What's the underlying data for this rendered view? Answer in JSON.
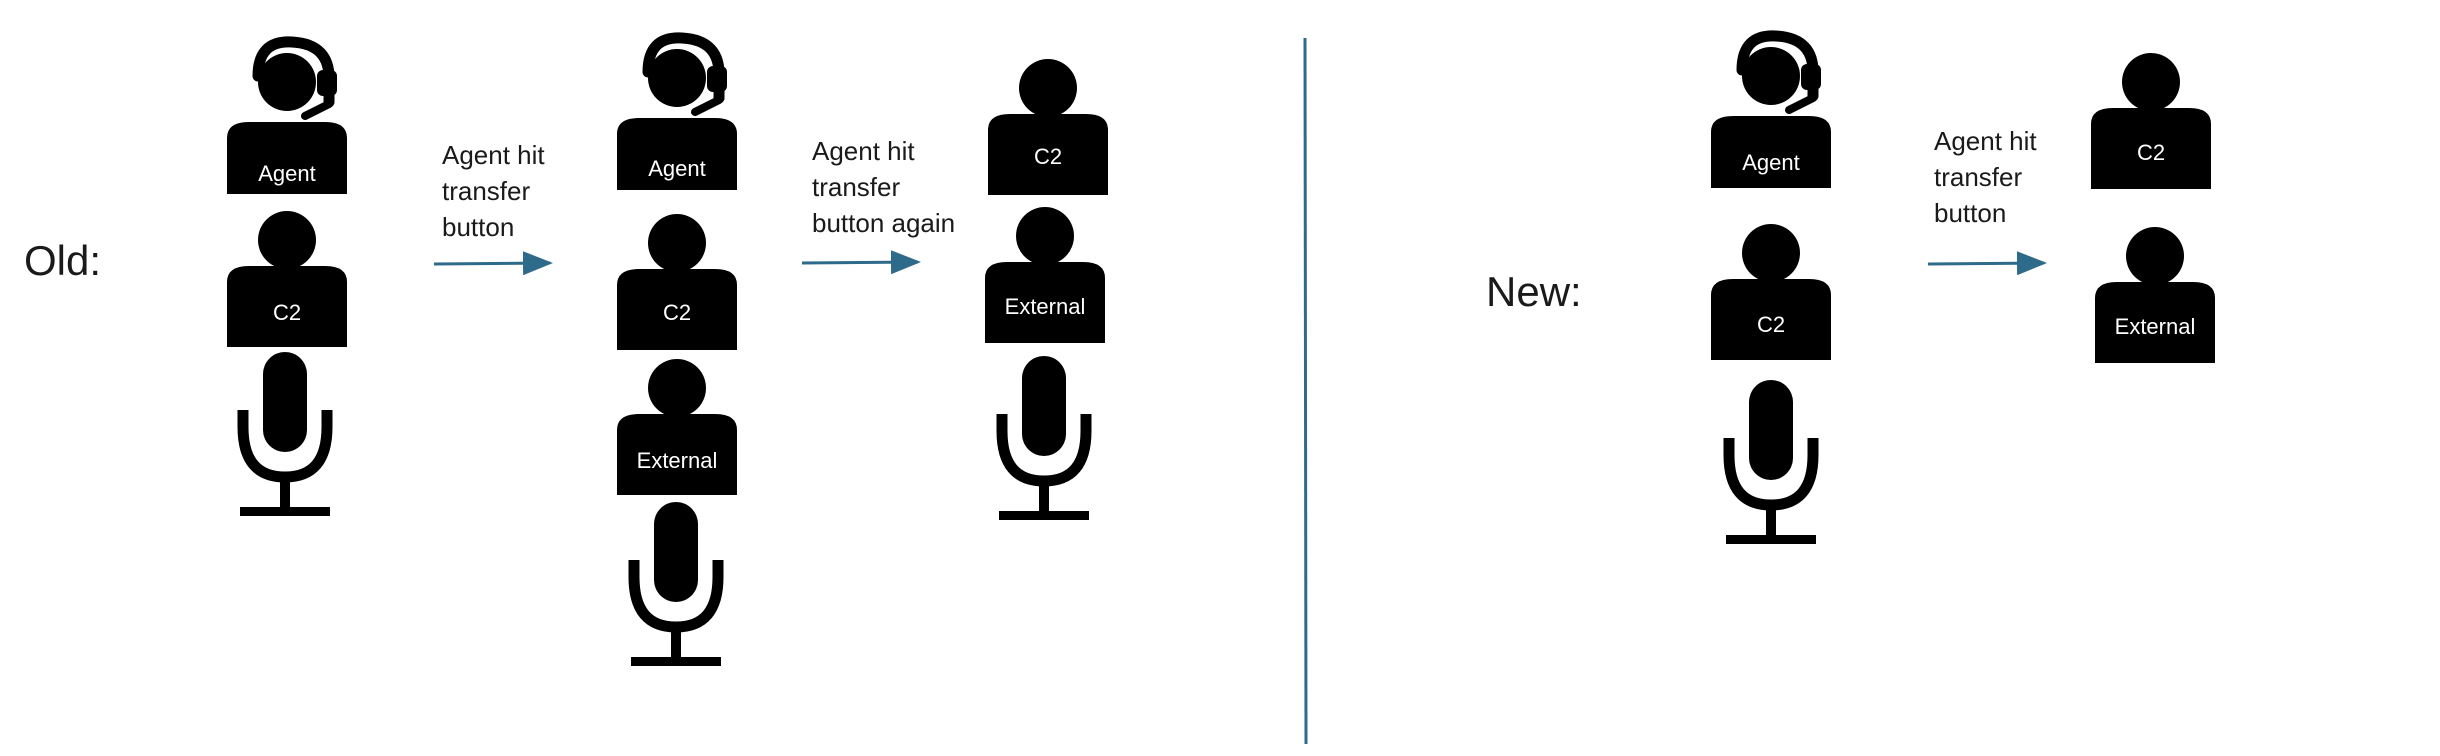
{
  "old": {
    "label": "Old:",
    "step1": {
      "agent": "Agent",
      "c2": "C2"
    },
    "action1": [
      "Agent hit",
      "transfer",
      "button"
    ],
    "step2": {
      "agent": "Agent",
      "c2": "C2",
      "external": "External"
    },
    "action2": [
      "Agent hit",
      "transfer",
      "button again"
    ],
    "step3": {
      "c2": "C2",
      "external": "External"
    }
  },
  "new": {
    "label": "New:",
    "step1": {
      "agent": "Agent",
      "c2": "C2"
    },
    "action1": [
      "Agent hit",
      "transfer",
      "button"
    ],
    "step2": {
      "c2": "C2",
      "external": "External"
    }
  },
  "colors": {
    "icon": "#000000",
    "arrow": "#2e6a8a",
    "divider": "#2e6a8a",
    "text": "#1a1a1a"
  },
  "icons": [
    "agent-headset-icon",
    "person-icon",
    "microphone-icon"
  ]
}
